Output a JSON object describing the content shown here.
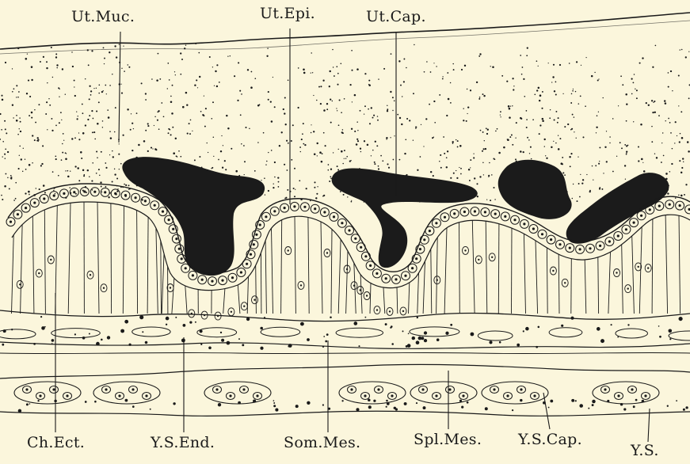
{
  "figure": {
    "labels": {
      "ut_muc": "Ut.Muc.",
      "ut_epi": "Ut.Epi.",
      "ut_cap": "Ut.Cap.",
      "ch_ect": "Ch.Ect.",
      "ys_end": "Y.S.End.",
      "som_mes": "Som.Mes.",
      "spl_mes": "Spl.Mes.",
      "ys_cap": "Y.S.Cap.",
      "ys": "Y.S."
    },
    "colors": {
      "background": "#fbf6dc",
      "ink": "#1a1a1a"
    }
  }
}
